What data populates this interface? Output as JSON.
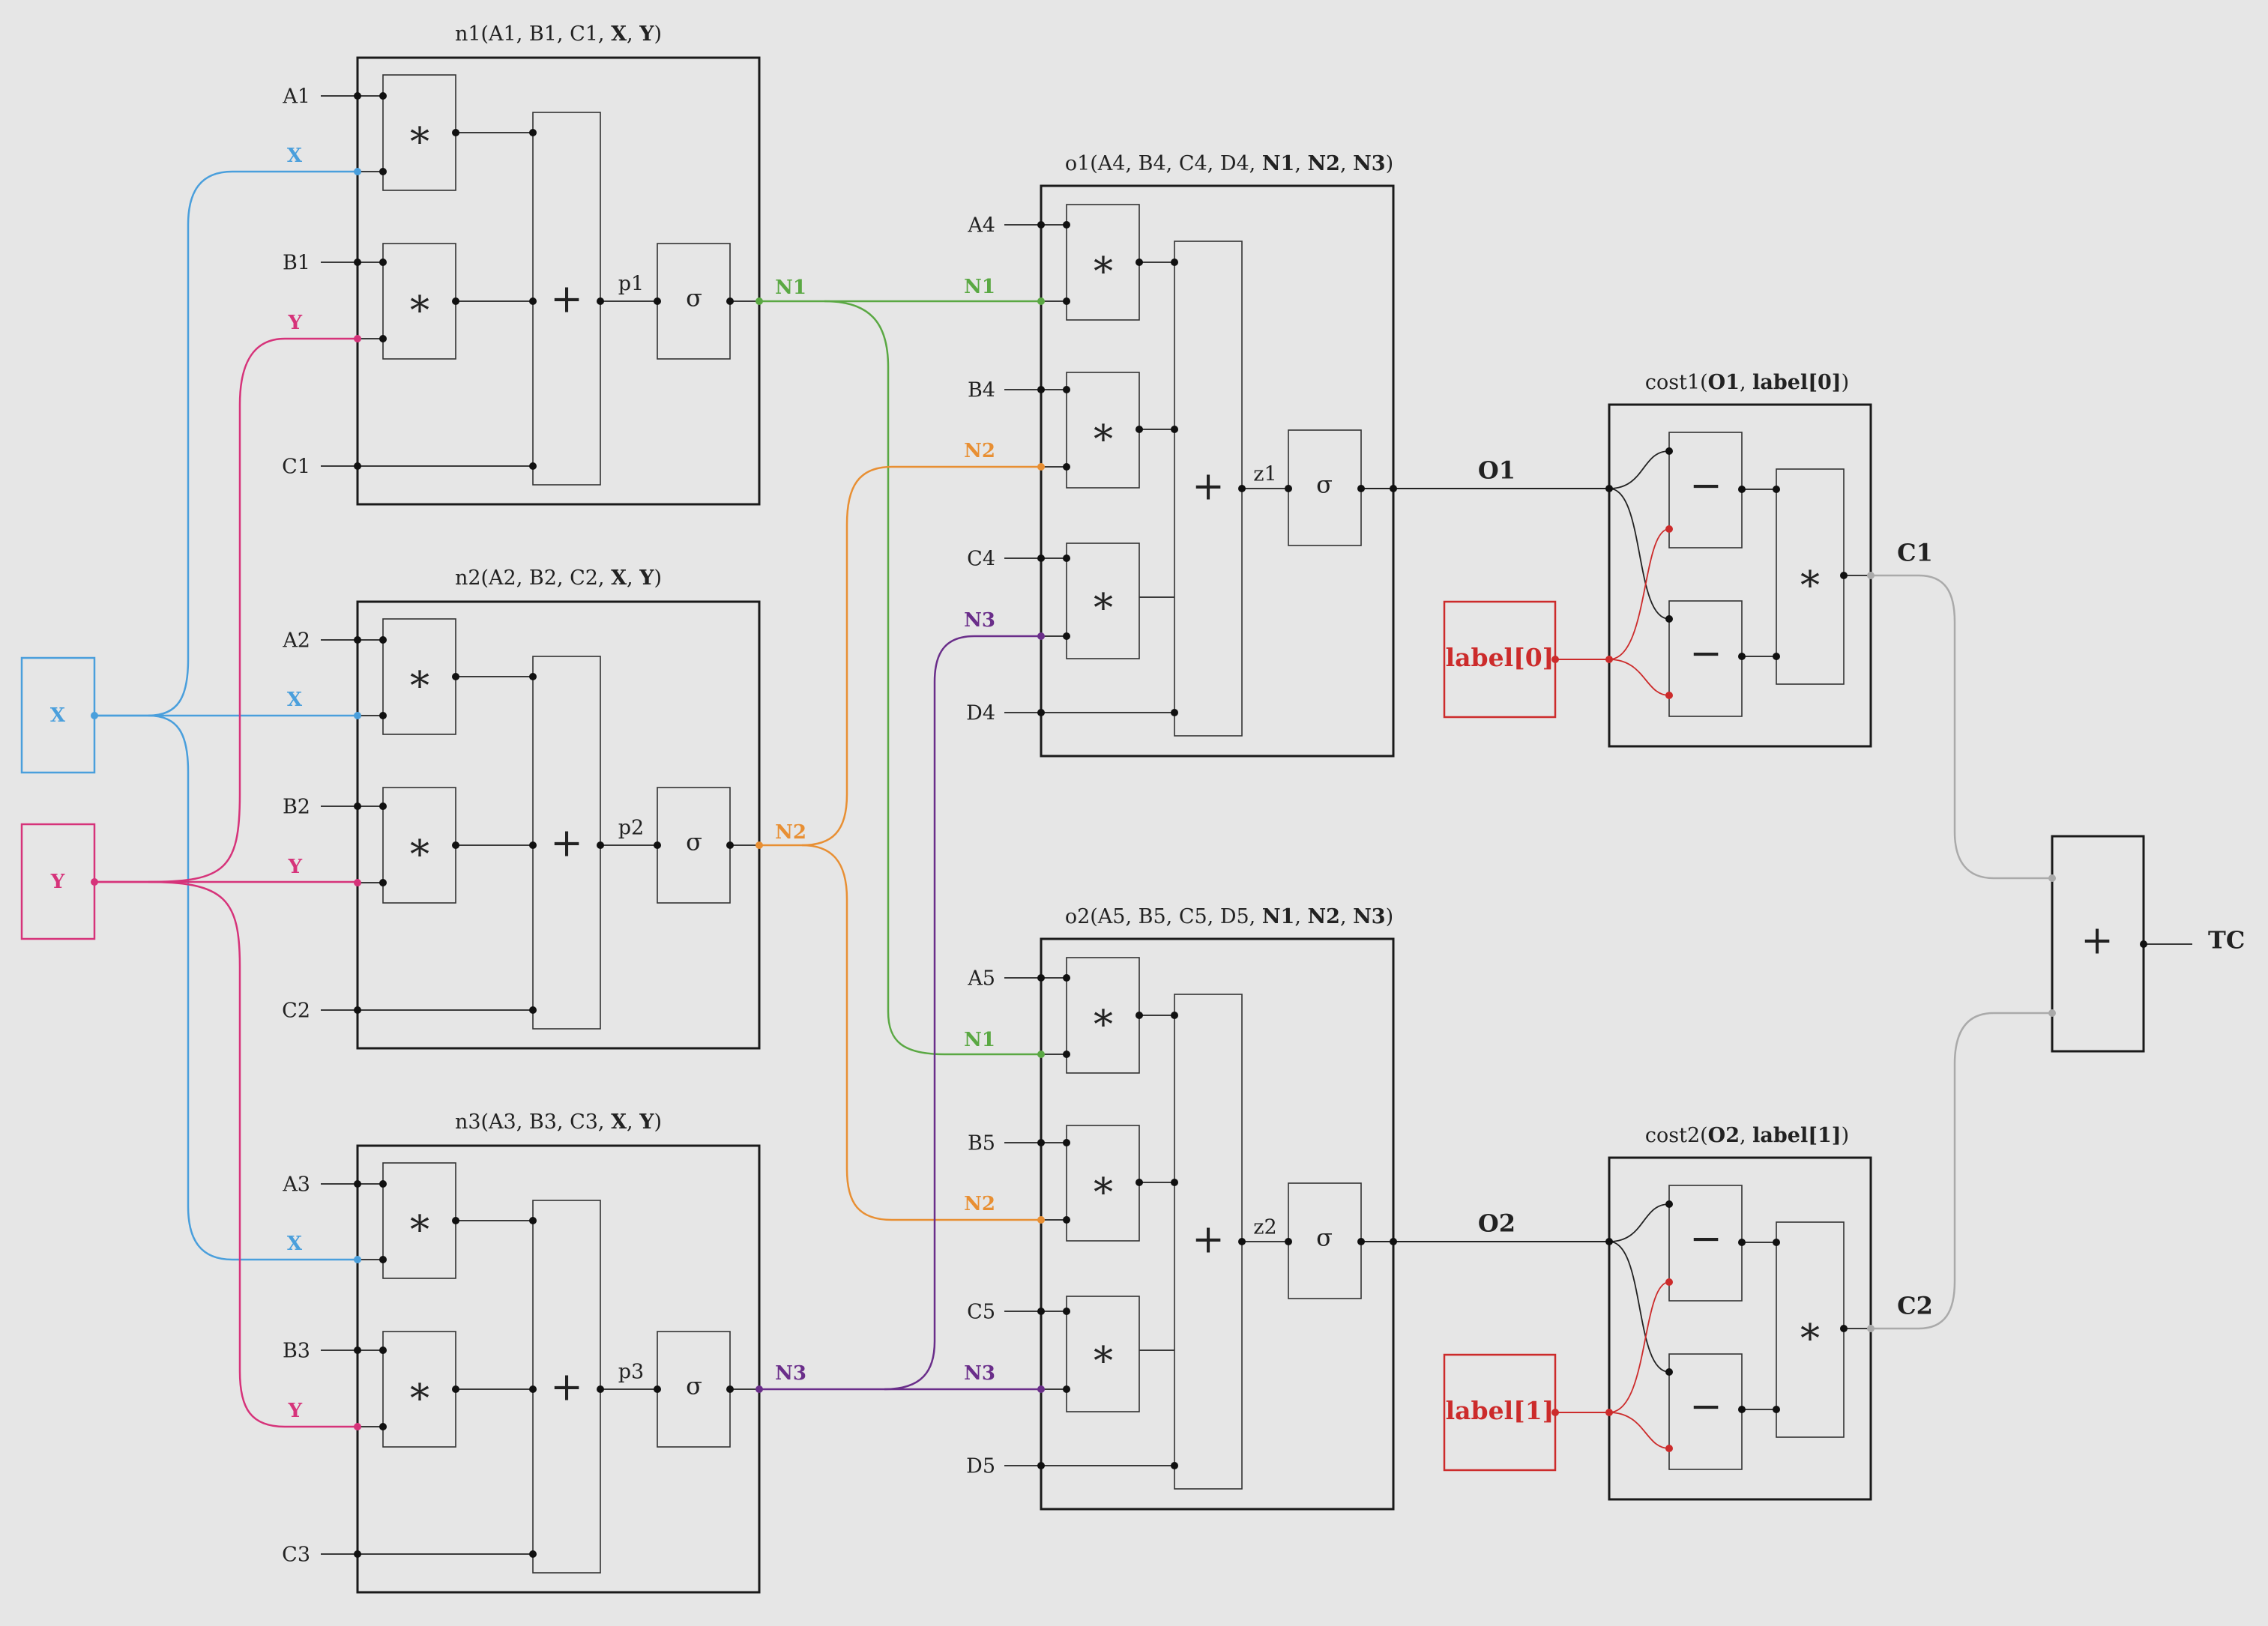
{
  "colors": {
    "x": "#4a9fdc",
    "y": "#d6337a",
    "n1": "#5aa843",
    "n2": "#e88f33",
    "n3": "#6a2e8a",
    "label": "#cc2b2b",
    "cost": "#aaaaaa",
    "ink": "#1a1a1a"
  },
  "inputs": {
    "x": "X",
    "y": "Y"
  },
  "hidden": [
    {
      "title_pre": "n1(A1, B1, C1, ",
      "title_x": "X",
      "title_sep": ", ",
      "title_y": "Y",
      "title_post": ")",
      "a": "A1",
      "x": "X",
      "b": "B1",
      "y": "Y",
      "c": "C1",
      "mul": "∗",
      "add": "+",
      "sum": "p1",
      "act": "σ",
      "out": "N1"
    },
    {
      "title_pre": "n2(A2, B2, C2, ",
      "title_x": "X",
      "title_sep": ", ",
      "title_y": "Y",
      "title_post": ")",
      "a": "A2",
      "x": "X",
      "b": "B2",
      "y": "Y",
      "c": "C2",
      "mul": "∗",
      "add": "+",
      "sum": "p2",
      "act": "σ",
      "out": "N2"
    },
    {
      "title_pre": "n3(A3, B3, C3, ",
      "title_x": "X",
      "title_sep": ", ",
      "title_y": "Y",
      "title_post": ")",
      "a": "A3",
      "x": "X",
      "b": "B3",
      "y": "Y",
      "c": "C3",
      "mul": "∗",
      "add": "+",
      "sum": "p3",
      "act": "σ",
      "out": "N3"
    }
  ],
  "outputs": [
    {
      "title_pre": "o1(A4, B4, C4, D4, ",
      "t1": "N1",
      "s1": ", ",
      "t2": "N2",
      "s2": ", ",
      "t3": "N3",
      "title_post": ")",
      "a": "A4",
      "n1": "N1",
      "b": "B4",
      "n2": "N2",
      "c": "C4",
      "n3": "N3",
      "d": "D4",
      "mul": "∗",
      "add": "+",
      "sum": "z1",
      "act": "σ",
      "out": "O1"
    },
    {
      "title_pre": "o2(A5, B5, C5, D5, ",
      "t1": "N1",
      "s1": ", ",
      "t2": "N2",
      "s2": ", ",
      "t3": "N3",
      "title_post": ")",
      "a": "A5",
      "n1": "N1",
      "b": "B5",
      "n2": "N2",
      "c": "C5",
      "n3": "N3",
      "d": "D5",
      "mul": "∗",
      "add": "+",
      "sum": "z2",
      "act": "σ",
      "out": "O2"
    }
  ],
  "labels": [
    "label[0]",
    "label[1]"
  ],
  "costs": [
    {
      "title_pre": "cost1(",
      "t1": "O1",
      "sep": ", ",
      "t2": "label[0]",
      "title_post": ")",
      "minus": "−",
      "mul": "∗",
      "out": "C1"
    },
    {
      "title_pre": "cost2(",
      "t1": "O2",
      "sep": ", ",
      "t2": "label[1]",
      "title_post": ")",
      "minus": "−",
      "mul": "∗",
      "out": "C2"
    }
  ],
  "total": {
    "op": "+",
    "out": "TC"
  }
}
